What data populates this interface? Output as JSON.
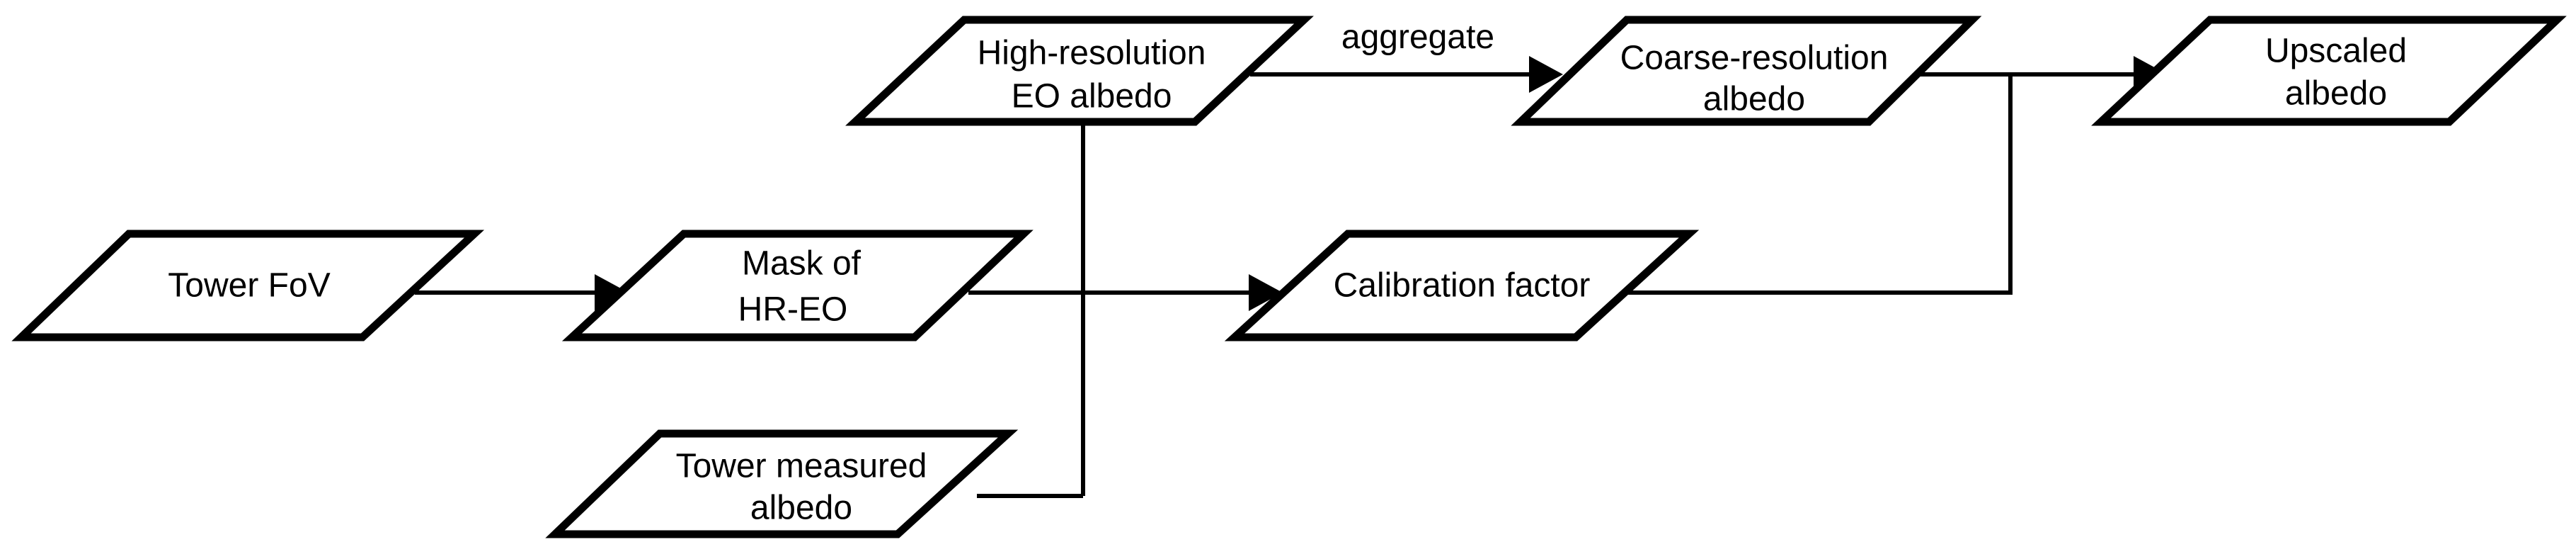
{
  "diagram": {
    "nodes": {
      "hr_eo_albedo": {
        "lines": [
          "High-resolution",
          "EO albedo"
        ]
      },
      "coarse_albedo": {
        "lines": [
          "Coarse-resolution",
          "albedo"
        ]
      },
      "upscaled_albedo": {
        "lines": [
          "Upscaled",
          "albedo"
        ]
      },
      "tower_fov": {
        "lines": [
          "Tower FoV"
        ]
      },
      "mask_hr_eo": {
        "lines": [
          "Mask of",
          "HR-EO"
        ]
      },
      "calibration_factor": {
        "lines": [
          "Calibration factor"
        ]
      },
      "tower_measured_albedo": {
        "lines": [
          "Tower measured",
          "albedo"
        ]
      }
    },
    "edges": [
      {
        "from": "hr_eo_albedo",
        "to": "coarse_albedo",
        "label": "aggregate"
      },
      {
        "from": "coarse_albedo",
        "to": "upscaled_albedo",
        "label": ""
      },
      {
        "from": "calibration_factor",
        "to": "upscaled_albedo",
        "label": ""
      },
      {
        "from": "tower_fov",
        "to": "mask_hr_eo",
        "label": ""
      },
      {
        "from": "mask_hr_eo",
        "to": "calibration_factor",
        "label": ""
      },
      {
        "from": "hr_eo_albedo",
        "to": "calibration_factor",
        "label": ""
      },
      {
        "from": "tower_measured_albedo",
        "to": "calibration_factor",
        "label": ""
      }
    ]
  }
}
